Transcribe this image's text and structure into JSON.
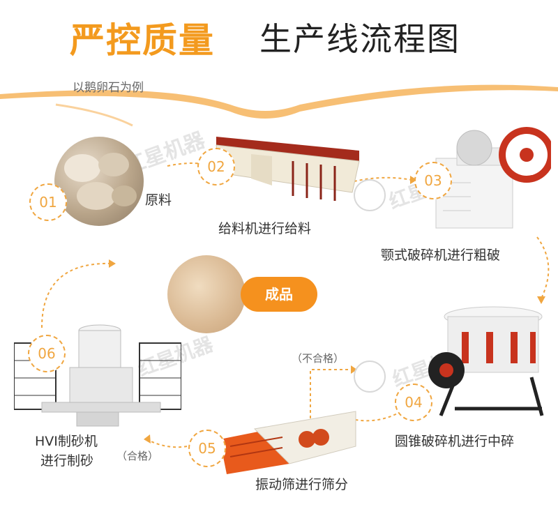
{
  "header": {
    "title_highlight": "严控质量",
    "title_main": "生产线流程图",
    "subtitle": "以鹅卵石为例"
  },
  "steps": [
    {
      "number": "01",
      "label": "原料"
    },
    {
      "number": "02",
      "label": "给料机进行给料"
    },
    {
      "number": "03",
      "label": "颚式破碎机进行粗破"
    },
    {
      "number": "04",
      "label": "圆锥破碎机进行中碎"
    },
    {
      "number": "05",
      "label": "振动筛进行筛分"
    },
    {
      "number": "06",
      "label_line1": "HVI制砂机",
      "label_line2": "进行制砂"
    }
  ],
  "annotations": {
    "fail": "（不合格）",
    "pass": "（合格）"
  },
  "product": {
    "label": "成品"
  },
  "watermark": "红星机器",
  "colors": {
    "accent": "#f39a1e",
    "dashed_line": "#f0a640",
    "machine_red": "#c8331e"
  }
}
